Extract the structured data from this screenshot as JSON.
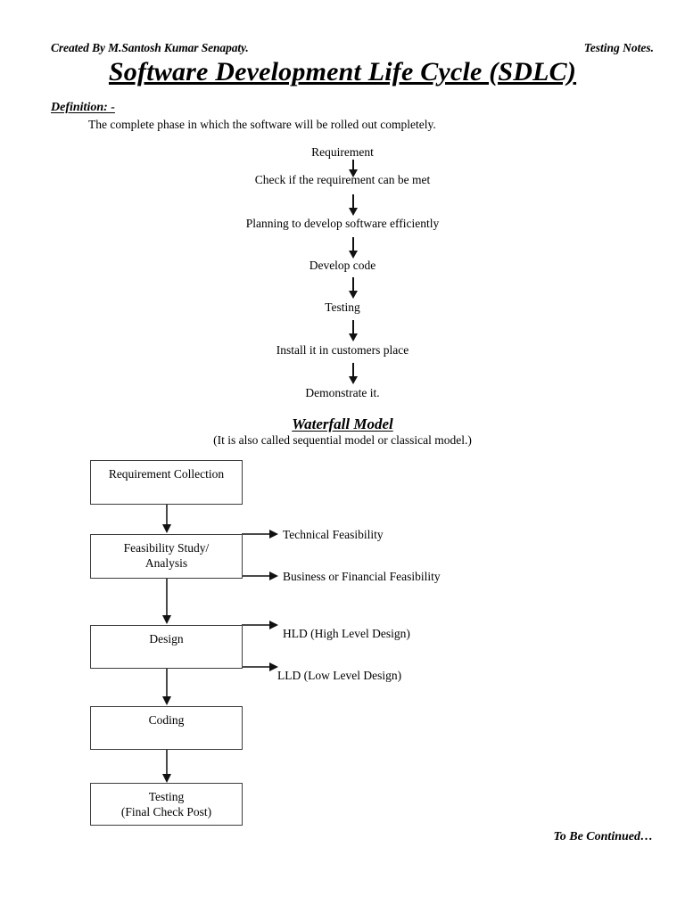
{
  "header": {
    "author": "Created By M.Santosh Kumar Senapaty.",
    "notes_label": "Testing Notes.",
    "title": "Software Development Life Cycle (SDLC)"
  },
  "definition": {
    "heading": "Definition: -",
    "text": "The complete phase in which the software will be rolled out completely."
  },
  "sdlc_flow": {
    "steps": [
      {
        "label": "Requirement"
      },
      {
        "label": "Check if the requirement can be met"
      },
      {
        "label": "Planning to develop software efficiently"
      },
      {
        "label": "Develop code"
      },
      {
        "label": "Testing"
      },
      {
        "label": "Install it in customers place"
      },
      {
        "label": "Demonstrate it."
      }
    ]
  },
  "waterfall": {
    "title": "Waterfall Model",
    "subtitle": "(It is also called sequential model or classical model.)",
    "boxes": [
      {
        "lines": [
          "Requirement Collection"
        ]
      },
      {
        "lines": [
          "Feasibility Study/",
          "Analysis"
        ]
      },
      {
        "lines": [
          "Design"
        ]
      },
      {
        "lines": [
          "Coding"
        ]
      },
      {
        "lines": [
          "Testing",
          "(Final Check Post)"
        ]
      }
    ],
    "branches": [
      {
        "label": "Technical Feasibility"
      },
      {
        "label": "Business or Financial Feasibility"
      },
      {
        "label": "HLD (High Level Design)"
      },
      {
        "label": "LLD (Low Level Design)"
      }
    ]
  },
  "footer": {
    "continued": "To Be Continued…"
  },
  "colors": {
    "ink": "#000000",
    "line": "#3c3c3c",
    "paper": "#ffffff"
  }
}
